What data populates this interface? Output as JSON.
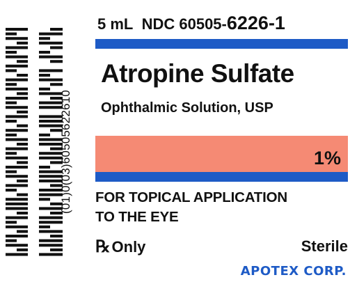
{
  "label": {
    "volume": "5 mL",
    "ndc_prefix": "NDC 60505-",
    "ndc_suffix": "6226-1",
    "product_name": "Atropine Sulfate",
    "subtitle": "Ophthalmic Solution, USP",
    "strength": "1%",
    "application_line1": "FOR TOPICAL APPLICATION",
    "application_line2": "TO THE EYE",
    "rx_symbol": "℞",
    "rx_only": "Only",
    "sterile": "Sterile",
    "manufacturer": "APOTEX CORP.",
    "barcode_text": "(01)0(03)60505622610"
  },
  "colors": {
    "brand_blue": "#1e5bc6",
    "strength_band": "#f58a74",
    "text": "#111111"
  }
}
